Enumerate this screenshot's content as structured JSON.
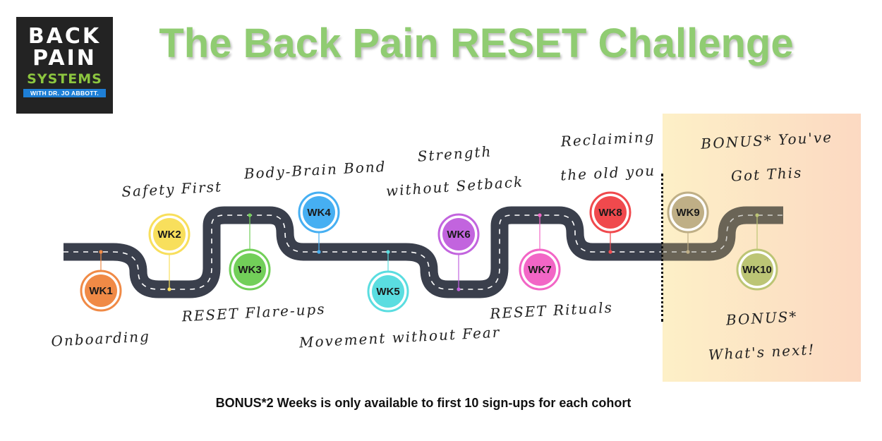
{
  "logo": {
    "line1": "BACK",
    "line2": "PAIN",
    "line3": "SYSTEMS",
    "line4": "WITH DR. JO ABBOTT."
  },
  "title": "The Back Pain RESET Challenge",
  "weeks": [
    {
      "label": "WK1",
      "color": "#f08a46",
      "topic_lines": [
        "Onboarding"
      ]
    },
    {
      "label": "WK2",
      "color": "#f8df5c",
      "topic_lines": [
        "Safety First"
      ]
    },
    {
      "label": "WK3",
      "color": "#72cf59",
      "topic_lines": [
        "RESET Flare-ups"
      ]
    },
    {
      "label": "WK4",
      "color": "#46aff2",
      "topic_lines": [
        "Body-Brain Bond"
      ]
    },
    {
      "label": "WK5",
      "color": "#5adde0",
      "topic_lines": [
        "Movement without Fear"
      ]
    },
    {
      "label": "WK6",
      "color": "#c264de",
      "topic_lines": [
        "Strength",
        "without Setback"
      ]
    },
    {
      "label": "WK7",
      "color": "#f266c6",
      "topic_lines": [
        "RESET Rituals"
      ]
    },
    {
      "label": "WK8",
      "color": "#f0494d",
      "topic_lines": [
        "Reclaiming",
        "the old you"
      ]
    },
    {
      "label": "WK9",
      "color": "#bfaf86",
      "topic_lines": [
        "BONUS* You've",
        "Got This"
      ]
    },
    {
      "label": "WK10",
      "color": "#bcc575",
      "topic_lines": [
        "BONUS*",
        "What's next!"
      ]
    }
  ],
  "footnote": "BONUS*2 Weeks is only available to first 10 sign-ups for each cohort"
}
